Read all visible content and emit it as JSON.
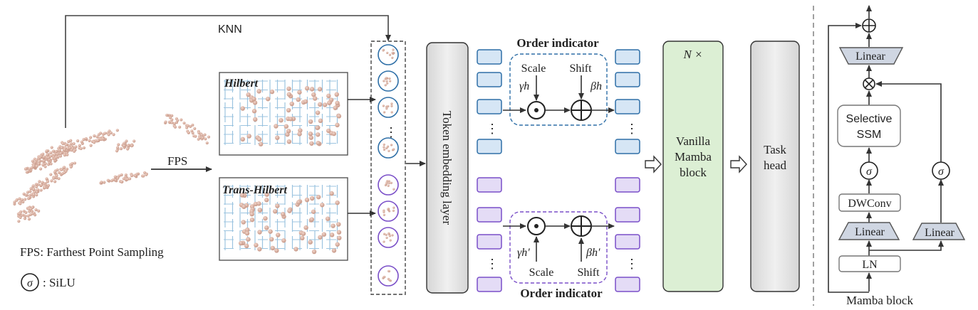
{
  "labels": {
    "knn": "KNN",
    "fps": "FPS",
    "hilbert": "Hilbert",
    "trans_hilbert": "Trans-Hilbert",
    "token_embedding": "Token embedding layer",
    "order_indicator_top": "Order indicator",
    "order_indicator_bottom": "Order indicator",
    "scale_top": "Scale",
    "shift_top": "Shift",
    "gamma_top": "γh",
    "beta_top": "βh",
    "scale_bottom": "Scale",
    "shift_bottom": "Shift",
    "gamma_bottom": "γh′",
    "beta_bottom": "βh′",
    "n_times": "N ×",
    "vanilla_1": "Vanilla",
    "vanilla_2": "Mamba",
    "vanilla_3": "block",
    "task_1": "Task",
    "task_2": "head",
    "ellipsis": "⋮"
  },
  "legend": {
    "fps_def": "FPS: Farthest Point Sampling",
    "sigma": "σ",
    "silu": ": SiLU"
  },
  "mamba_block": {
    "title": "Mamba block",
    "linear_top": "Linear",
    "selective_1": "Selective",
    "selective_2": "SSM",
    "sigma_left": "σ",
    "sigma_right": "σ",
    "dwconv": "DWConv",
    "linear_left": "Linear",
    "linear_right": "Linear",
    "ln": "LN"
  },
  "colors": {
    "blue_token": "#d6e6f5",
    "blue_border": "#2e6fa7",
    "purple_token": "#e4dcf6",
    "purple_border": "#7a4fc8",
    "green_block": "#dcefd4",
    "gray_block": "#e8e8e8",
    "trapezoid": "#cfd6e2"
  }
}
